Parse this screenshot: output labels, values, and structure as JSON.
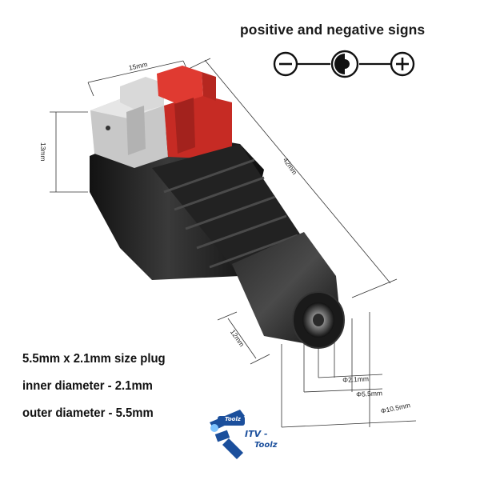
{
  "heading": "positive and negative signs",
  "polarity": {
    "negative_icon": "minus-circle-icon",
    "center_icon": "barrel-center-pin-icon",
    "positive_icon": "plus-circle-icon"
  },
  "dimensions": {
    "width": "15mm",
    "height": "13mm",
    "length": "42mm",
    "barrel_length": "12mm",
    "inner_diameter": "Φ2.1mm",
    "outer_diameter": "Φ5.5mm",
    "barrel_diameter": "Φ10.5mm"
  },
  "specs": {
    "line1": "5.5mm x 2.1mm size plug",
    "line2": "inner diameter - 2.1mm",
    "line3": "outer diameter - 5.5mm"
  },
  "logo": {
    "badge": "Toolz",
    "name_line1": "ITV -",
    "name_line2": "Toolz",
    "icon": "cctv-camera-logo-icon"
  },
  "colors": {
    "terminal_red": "#d8342c",
    "terminal_grey": "#c8c8c8",
    "body_black": "#1c1c1c",
    "logo_blue": "#1b4f9c"
  }
}
